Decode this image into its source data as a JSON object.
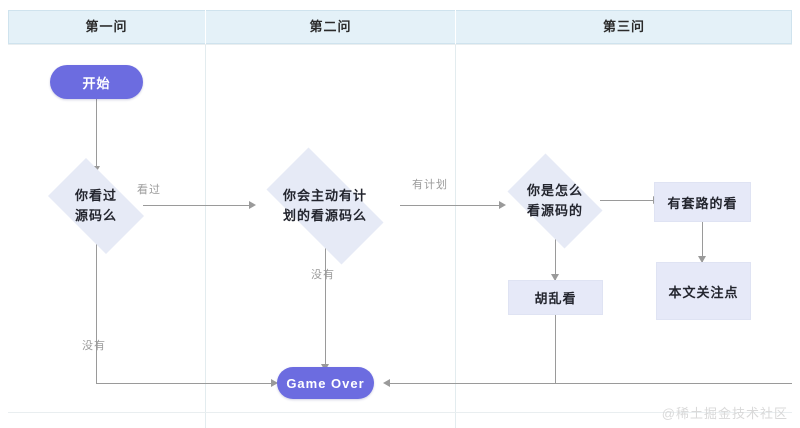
{
  "diagram": {
    "type": "flowchart",
    "watermark": "@稀土掘金技术社区",
    "lanes": [
      {
        "id": "lane-1",
        "label": "第一问"
      },
      {
        "id": "lane-2",
        "label": "第二问"
      },
      {
        "id": "lane-3",
        "label": "第三问"
      }
    ],
    "nodes": {
      "start": {
        "label": "开始",
        "shape": "pill",
        "lane": "lane-1"
      },
      "q1": {
        "label_line1": "你看过",
        "label_line2": "源码么",
        "shape": "diamond",
        "lane": "lane-1"
      },
      "q2": {
        "label_line1": "你会主动有计",
        "label_line2": "划的看源码么",
        "shape": "diamond",
        "lane": "lane-2"
      },
      "q3": {
        "label_line1": "你是怎么",
        "label_line2": "看源码的",
        "shape": "diamond",
        "lane": "lane-3"
      },
      "routine_read": {
        "label": "有套路的看",
        "shape": "rect",
        "lane": "lane-3"
      },
      "random_read": {
        "label": "胡乱看",
        "shape": "rect",
        "lane": "lane-3"
      },
      "focus_point": {
        "label": "本文关注点",
        "shape": "rect",
        "lane": "lane-3"
      },
      "game_over": {
        "label": "Game Over",
        "shape": "pill",
        "lane": "lane-2"
      }
    },
    "edge_labels": {
      "q1_yes": "看过",
      "q1_no": "没有",
      "q2_yes": "有计划",
      "q2_no": "没有"
    },
    "colors": {
      "lane_header_bg": "#e4f1f8",
      "lane_header_border": "#cfe3ee",
      "pill_fill": "#6c6ce0",
      "pill_text": "#ffffff",
      "node_fill": "#e6eaf6",
      "node_text": "#23252e",
      "connector": "#9a9a9a",
      "edge_label_text": "#9b9b9b",
      "watermark_text": "#d9d9d9",
      "background": "#ffffff"
    }
  }
}
